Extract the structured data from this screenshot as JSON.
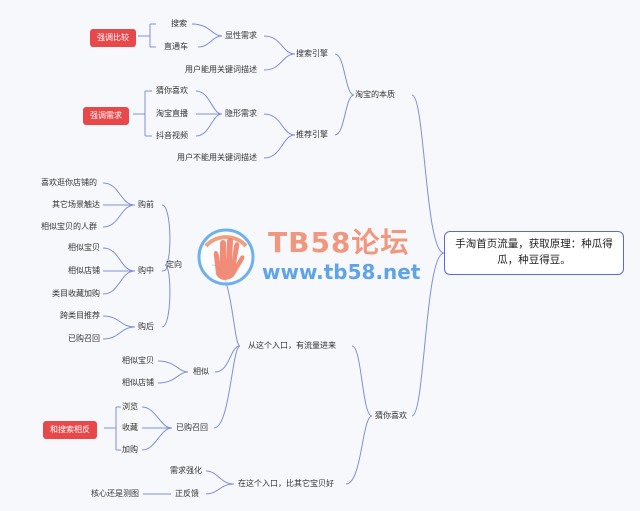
{
  "root": "手淘首页流量，获取原理：种瓜得瓜，种豆得豆。",
  "branch_a": {
    "label": "淘宝的本质",
    "search": {
      "label": "搜索引擎",
      "explicit": "显性需求",
      "leaves": [
        "搜索",
        "直通车"
      ],
      "note": "用户能用关键词描述",
      "tag": "强调比较"
    },
    "recommend": {
      "label": "推荐引擎",
      "implicit": "隐形需求",
      "leaves": [
        "猜你喜欢",
        "淘宝直播",
        "抖音视频"
      ],
      "note": "用户不能用关键词描述",
      "tag": "强调需求"
    }
  },
  "branch_b": {
    "label": "猜你喜欢",
    "entry": {
      "label": "从这个入口，有流量进来",
      "targeting": {
        "label": "定向",
        "pre": {
          "label": "购前",
          "leaves": [
            "喜欢逛你店铺的",
            "其它场景触达",
            "相似宝贝的人群"
          ]
        },
        "mid": {
          "label": "购中",
          "leaves": [
            "相似宝贝",
            "相似店铺",
            "类目收藏加购"
          ]
        },
        "post": {
          "label": "购后",
          "leaves": [
            "跨类目推荐",
            "已购召回"
          ]
        }
      },
      "similar": {
        "label": "相似",
        "leaves": [
          "相似宝贝",
          "相似店铺"
        ]
      },
      "recall": {
        "label": "已购召回",
        "leaves": [
          "浏览",
          "收藏",
          "加购"
        ],
        "tag": "和搜索相反"
      }
    },
    "better": {
      "label": "在这个入口，比其它宝贝好",
      "leaves": [
        "需求强化",
        "正反馈"
      ],
      "note": "核心还是测图"
    }
  },
  "watermark": {
    "title": "TB58论坛",
    "url": "www.tb58.net"
  },
  "colors": {
    "line": "#7f8fd8",
    "tag": "#e8484a",
    "root_border": "#5a6bd6"
  }
}
